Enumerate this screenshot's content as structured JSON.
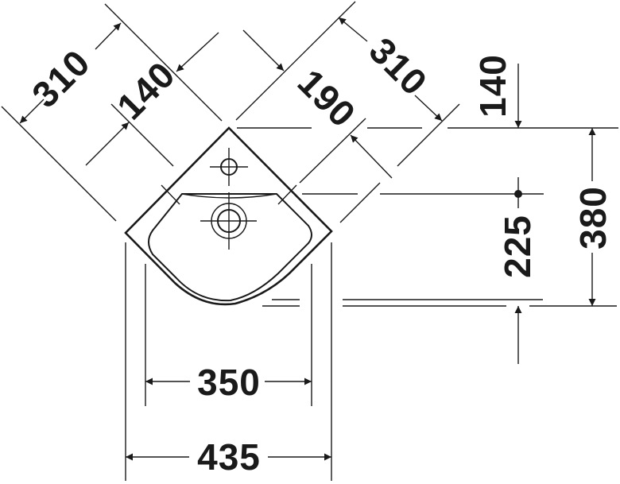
{
  "drawing": {
    "subject": "corner washbasin technical dimension drawing",
    "units": "mm",
    "dimensions": {
      "side_left": "310",
      "side_left_inner": "140",
      "side_right": "310",
      "side_right_inner": "190",
      "top_offset": "140",
      "tap_to_front": "225",
      "depth": "380",
      "bowl_width": "350",
      "overall_width": "435"
    },
    "colors": {
      "line": "#1a1a1a",
      "background": "#ffffff"
    }
  }
}
